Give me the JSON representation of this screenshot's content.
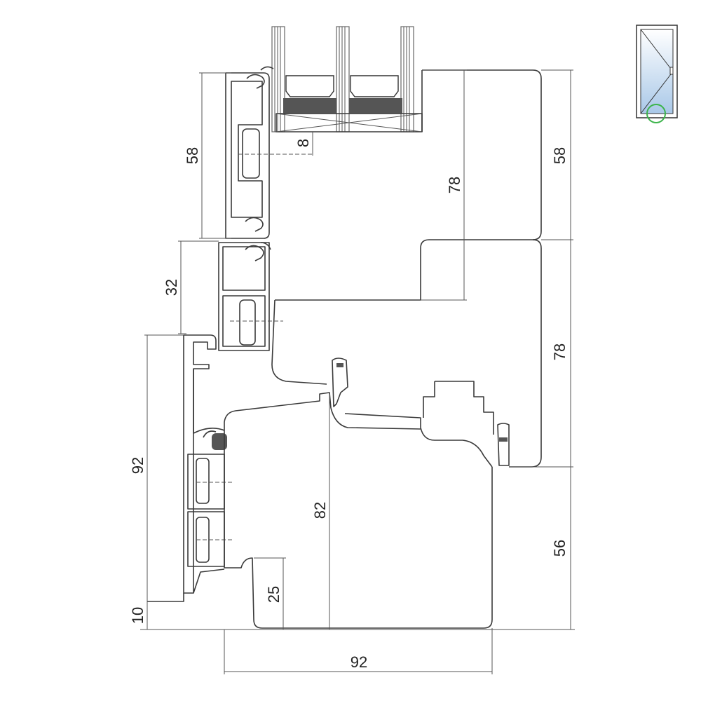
{
  "dimensions": {
    "left_top": "58",
    "left_mid": "32",
    "left_frame": "92",
    "left_bottom": "10",
    "glass_offset": "8",
    "sash_depth": "78",
    "inner_sill": "82",
    "drip": "25",
    "right_top": "58",
    "right_mid": "78",
    "right_bottom": "56",
    "bottom_width": "92"
  },
  "legend": {
    "icon": "casement-window-icon",
    "highlight_color": "#3cb44b"
  },
  "colors": {
    "line": "#3a3a3a",
    "seal": "#555555"
  }
}
